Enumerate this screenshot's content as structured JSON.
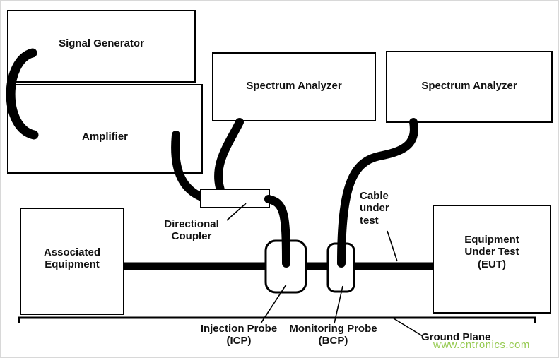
{
  "diagram": {
    "boxes": {
      "signal_generator": "Signal Generator",
      "amplifier": "Amplifier",
      "spectrum_analyzer_1": "Spectrum Analyzer",
      "spectrum_analyzer_2": "Spectrum Analyzer",
      "associated_equipment": "Associated Equipment",
      "eut": "Equipment Under Test (EUT)"
    },
    "labels": {
      "directional_coupler": "Directional Coupler",
      "cable_under_test": "Cable under test",
      "injection_probe": "Injection Probe (ICP)",
      "monitoring_probe": "Monitoring Probe (BCP)",
      "ground_plane": "Ground Plane"
    },
    "watermark": {
      "text": "www.cntronics.com",
      "color": "#8bc53f"
    },
    "colors": {
      "line": "#000000",
      "box_fill": "#ffffff",
      "background": "#ffffff"
    }
  }
}
